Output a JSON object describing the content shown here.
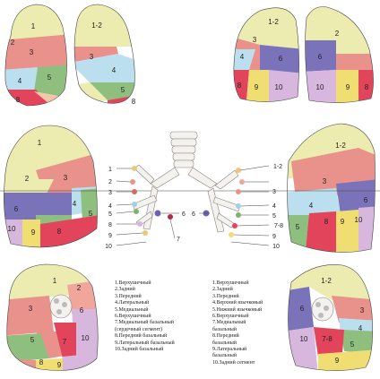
{
  "colors": {
    "seg1": "#ecebb0",
    "seg2": "#f0a69b",
    "seg3": "#e9928b",
    "seg4": "#bcdff0",
    "seg5": "#8fbf7e",
    "seg6": "#7b73ba",
    "seg7": "#f3c7a8",
    "seg8": "#e2455b",
    "seg9": "#f0de72",
    "seg10": "#d8b7de",
    "cartilage": "#f4f2ee",
    "line": "#444444",
    "page": "#ffffff"
  },
  "segment_labels": {
    "s1": "1",
    "s2": "2",
    "s3": "3",
    "s4": "4",
    "s5": "5",
    "s6": "6",
    "s7": "7",
    "s8": "8",
    "s9": "9",
    "s10": "10",
    "s12": "1-2",
    "s78": "7-8"
  },
  "legend_left": [
    "1.Верхушечный",
    "2.Задний",
    "3.Передний",
    "4.Латеральный",
    "5.Медиальный",
    "6.Верхушечный",
    "7.Медиальный базальный",
    "(сердечный сегмент)",
    "8.Передний базальный",
    "9.Латеральный базальный",
    "10.Задний базальный"
  ],
  "legend_right": [
    "1.Верхушечный",
    "2.Задний",
    "3.Передний",
    "4.Верхний язычковый",
    "5.Нижний язычковый",
    "6.Верхушечный",
    "7.Медиальный",
    "базальный",
    "8.Передний",
    "базальный",
    "9.Латеральный",
    "базальный",
    "10.Задний сегмент"
  ]
}
